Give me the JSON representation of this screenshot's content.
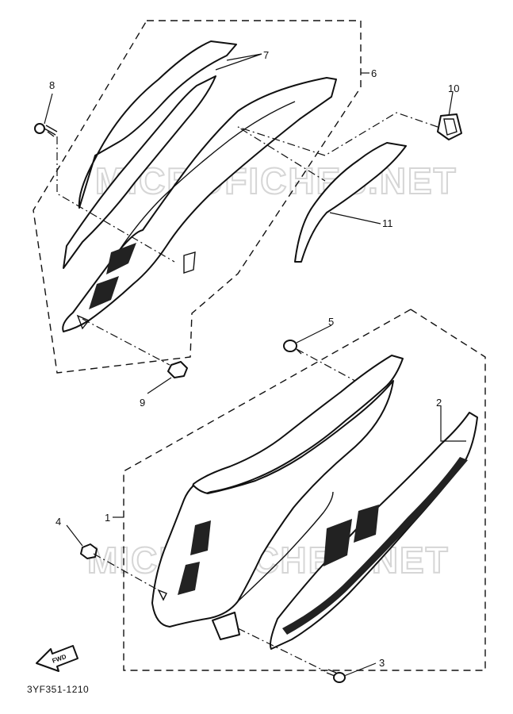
{
  "diagram": {
    "callouts": [
      "1",
      "2",
      "3",
      "4",
      "5",
      "6",
      "7",
      "8",
      "9",
      "10",
      "11"
    ],
    "watermark_text": "MICROFICHES.NET",
    "fwd_label": "FWD",
    "catalog_code": "3YF351-1210",
    "icons": [
      "fwd-arrow-icon"
    ]
  }
}
